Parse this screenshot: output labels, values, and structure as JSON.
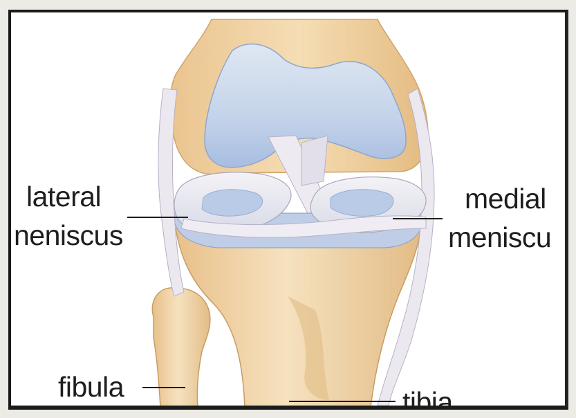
{
  "labels": {
    "lateral_meniscus_line1": "lateral",
    "lateral_meniscus_line2": "neniscus",
    "medial_meniscus_line1": "medial",
    "medial_meniscus_line2": "meniscu",
    "fibula": "fibula",
    "tibia": "tibia"
  },
  "colors": {
    "bone": "#f0d4a5",
    "bone_shadow": "#d9b57d",
    "cartilage": "#c9d7ea",
    "cartilage_shadow": "#94aed4",
    "ligament": "#e9e6ee",
    "frame": "#1a1a1a"
  }
}
